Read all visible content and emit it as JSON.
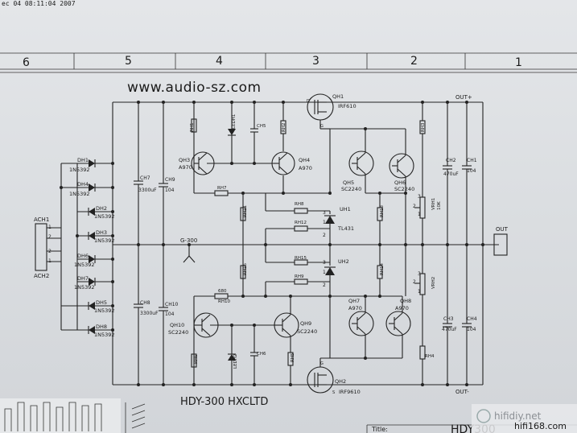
{
  "timestamp": "ec 04 08:11:04 2007",
  "border_columns": [
    "6",
    "5",
    "4",
    "3",
    "2",
    "1"
  ],
  "website": "www.audio-sz.com",
  "footer_label": "HDY-300  HXCLTD",
  "title_label": "Title:",
  "title_value": "HDY300",
  "watermark_top": "hifidiy.net",
  "watermark_bottom": "hifi168.com",
  "connectors": {
    "ach1": "ACH1",
    "ach2": "ACH2",
    "out": "OUT",
    "out_plus": "OUT+",
    "out_minus": "OUT-",
    "ground": "G-300",
    "pin1": "1",
    "pin2": "2",
    "pin3": "3"
  },
  "diodes": [
    {
      "ref": "DH1",
      "part": "1N5392"
    },
    {
      "ref": "DH4",
      "part": "1N5392"
    },
    {
      "ref": "DH2",
      "part": "1N5392"
    },
    {
      "ref": "DH3",
      "part": "1N5392"
    },
    {
      "ref": "DH6",
      "part": "1N5392"
    },
    {
      "ref": "DH7",
      "part": "1N5392"
    },
    {
      "ref": "DH5",
      "part": "1N5392"
    },
    {
      "ref": "DH8",
      "part": "1N5392"
    }
  ],
  "capacitors": [
    {
      "ref": "CH7",
      "value": "3300uF"
    },
    {
      "ref": "CH9",
      "value": "104"
    },
    {
      "ref": "CH8",
      "value": "3300uF"
    },
    {
      "ref": "CH10",
      "value": "104"
    },
    {
      "ref": "CH2",
      "value": "470uF"
    },
    {
      "ref": "CH1",
      "value": "104"
    },
    {
      "ref": "CH3",
      "value": "470uF"
    },
    {
      "ref": "CH4",
      "value": "104"
    },
    {
      "ref": "CH5",
      "value": ""
    },
    {
      "ref": "CH6",
      "value": ""
    }
  ],
  "transistors": [
    {
      "ref": "QH1",
      "part": "IRF610"
    },
    {
      "ref": "QH2",
      "part": "IRF9610"
    },
    {
      "ref": "QH3",
      "part": "A970"
    },
    {
      "ref": "QH4",
      "part": "A970"
    },
    {
      "ref": "QH5",
      "part": "SC2240"
    },
    {
      "ref": "QH6",
      "part": "SC2240"
    },
    {
      "ref": "QH7",
      "part": "A970"
    },
    {
      "ref": "QH8",
      "part": "A970"
    },
    {
      "ref": "QH9",
      "part": "SC2240"
    },
    {
      "ref": "QH10",
      "part": "SC2240"
    }
  ],
  "regulators": [
    {
      "ref": "UH1",
      "part": "TL431"
    },
    {
      "ref": "UH2",
      "part": ""
    }
  ],
  "resistors": {
    "rh1": "RH1",
    "rh2": "RH2",
    "rh3": "RH3",
    "rh4": "RH4",
    "rh5": "RH5",
    "rh6": "RH6",
    "rh7": "RH7",
    "rh8": "RH8",
    "rh9": "RH9",
    "rh10": "RH10",
    "rh10_value": "680",
    "rh11": "RH11",
    "rh12": "RH12",
    "rh13": "RH13",
    "rh14": "RH14",
    "rh15": "RH15",
    "rh16": "RH16",
    "vrh1": "VRH1",
    "vrh1_value": "10K",
    "vrh2": "VRH2"
  },
  "leds": {
    "ledh1": "LEDH1",
    "ledh2": "LEDH2"
  },
  "pins": {
    "g": "G",
    "s": "S",
    "d": "D"
  }
}
